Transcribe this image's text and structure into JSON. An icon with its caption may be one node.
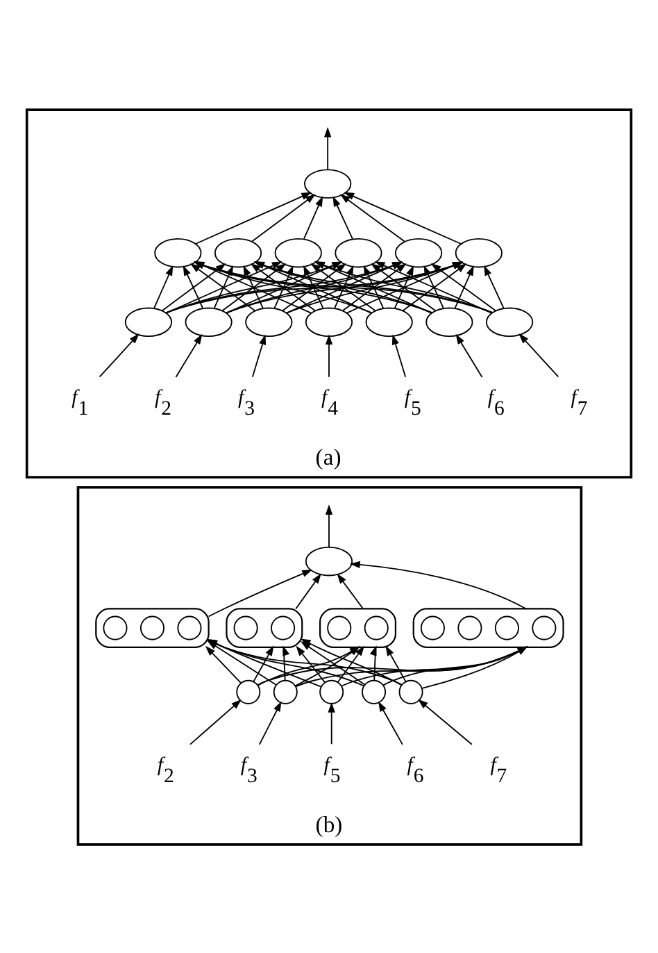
{
  "diagram": {
    "nodes": [
      {
        "text": [
          "(a)"
        ]
      },
      {
        "text": [],
        "shape": "ellipse",
        "in": 0
      },
      {
        "text": [],
        "shape": "ellipse",
        "in": 0
      },
      {
        "text": [],
        "shape": "ellipse",
        "in": 0
      },
      {
        "text": [],
        "shape": "ellipse",
        "in": 0
      },
      {
        "text": [],
        "shape": "ellipse",
        "in": 0
      },
      {
        "text": [],
        "shape": "ellipse",
        "in": 0
      },
      {
        "text": [],
        "shape": "ellipse",
        "in": 0
      },
      {
        "text": [],
        "shape": "ellipse",
        "in": 0
      },
      {
        "text": [],
        "shape": "ellipse",
        "in": 0
      },
      {
        "text": [],
        "shape": "ellipse",
        "in": 0
      },
      {
        "text": [],
        "shape": "ellipse",
        "in": 0
      },
      {
        "text": [],
        "shape": "ellipse",
        "in": 0
      },
      {
        "text": [],
        "shape": "ellipse",
        "in": 0
      },
      {
        "text": [],
        "shape": "ellipse",
        "in": 0
      },
      {
        "text": [
          "f$_{1}$"
        ],
        "in": 0
      },
      {
        "text": [
          "f$_{2}$"
        ],
        "in": 0
      },
      {
        "text": [
          "f$_{3}$"
        ],
        "in": 0
      },
      {
        "text": [
          "f$_{4}$"
        ],
        "in": 0
      },
      {
        "text": [
          "f$_{5}$"
        ],
        "in": 0
      },
      {
        "text": [
          "f$_{6}$"
        ],
        "in": 0
      },
      {
        "text": [
          "f$_{7}$"
        ],
        "in": 0
      },
      {
        "text": [
          "(b)"
        ]
      },
      {
        "text": [],
        "shape": "ellipse",
        "in": 22
      },
      {
        "text": [],
        "shape": "ellipse",
        "in": 22
      },
      {
        "text": [],
        "shape": "circle",
        "in": 24
      },
      {
        "text": [],
        "shape": "circle",
        "in": 24
      },
      {
        "text": [],
        "shape": "circle",
        "in": 24
      },
      {
        "text": [],
        "shape": "ellipse",
        "in": 22
      },
      {
        "text": [],
        "shape": "circle",
        "in": 28
      },
      {
        "text": [],
        "shape": "circle",
        "in": 28
      },
      {
        "text": [],
        "shape": "ellipse",
        "in": 22
      },
      {
        "text": [],
        "shape": "circle",
        "in": 31
      },
      {
        "text": [],
        "shape": "circle",
        "in": 31
      },
      {
        "text": [],
        "shape": "ellipse",
        "in": 22
      },
      {
        "text": [],
        "shape": "circle",
        "in": 34
      },
      {
        "text": [],
        "shape": "circle",
        "in": 34
      },
      {
        "text": [],
        "shape": "circle",
        "in": 34
      },
      {
        "text": [],
        "shape": "circle",
        "in": 34
      },
      {
        "text": [],
        "shape": "circle",
        "in": 22
      },
      {
        "text": [],
        "shape": "circle",
        "in": 22
      },
      {
        "text": [],
        "shape": "circle",
        "in": 22
      },
      {
        "text": [],
        "shape": "circle",
        "in": 22
      },
      {
        "text": [],
        "shape": "circle",
        "in": 22
      },
      {
        "text": [
          "f$_{2}$"
        ],
        "in": 22
      },
      {
        "text": [
          "f$_{3}$"
        ],
        "in": 22
      },
      {
        "text": [
          "f$_{5}$"
        ],
        "in": 22
      },
      {
        "text": [
          "f$_{6}$"
        ],
        "in": 22
      },
      {
        "text": [
          "f$_{7}$"
        ],
        "in": 22
      }
    ],
    "edges": [
      {
        "from": 15,
        "to": 8,
        "arrow": "to"
      },
      {
        "from": 16,
        "to": 9,
        "arrow": "to"
      },
      {
        "from": 17,
        "to": 10,
        "arrow": "to"
      },
      {
        "from": 18,
        "to": 11,
        "arrow": "to"
      },
      {
        "from": 19,
        "to": 12,
        "arrow": "to"
      },
      {
        "from": 20,
        "to": 13,
        "arrow": "to"
      },
      {
        "from": 21,
        "to": 14,
        "arrow": "to"
      },
      {
        "from": 8,
        "to": 2,
        "arrow": "to"
      },
      {
        "from": 8,
        "to": 3,
        "arrow": "to"
      },
      {
        "from": 8,
        "to": 4,
        "arrow": "to"
      },
      {
        "from": 8,
        "to": 5,
        "arrow": "to"
      },
      {
        "from": 8,
        "to": 6,
        "arrow": "to"
      },
      {
        "from": 8,
        "to": 7,
        "arrow": "to"
      },
      {
        "from": 9,
        "to": 2,
        "arrow": "to"
      },
      {
        "from": 9,
        "to": 3,
        "arrow": "to"
      },
      {
        "from": 9,
        "to": 4,
        "arrow": "to"
      },
      {
        "from": 9,
        "to": 5,
        "arrow": "to"
      },
      {
        "from": 9,
        "to": 6,
        "arrow": "to"
      },
      {
        "from": 9,
        "to": 7,
        "arrow": "to"
      },
      {
        "from": 10,
        "to": 2,
        "arrow": "to"
      },
      {
        "from": 10,
        "to": 3,
        "arrow": "to"
      },
      {
        "from": 10,
        "to": 4,
        "arrow": "to"
      },
      {
        "from": 10,
        "to": 5,
        "arrow": "to"
      },
      {
        "from": 10,
        "to": 6,
        "arrow": "to"
      },
      {
        "from": 10,
        "to": 7,
        "arrow": "to"
      },
      {
        "from": 11,
        "to": 2,
        "arrow": "to"
      },
      {
        "from": 11,
        "to": 3,
        "arrow": "to"
      },
      {
        "from": 11,
        "to": 4,
        "arrow": "to"
      },
      {
        "from": 11,
        "to": 5,
        "arrow": "to"
      },
      {
        "from": 11,
        "to": 6,
        "arrow": "to"
      },
      {
        "from": 11,
        "to": 7,
        "arrow": "to"
      },
      {
        "from": 12,
        "to": 2,
        "arrow": "to"
      },
      {
        "from": 12,
        "to": 3,
        "arrow": "to"
      },
      {
        "from": 12,
        "to": 4,
        "arrow": "to"
      },
      {
        "from": 12,
        "to": 5,
        "arrow": "to"
      },
      {
        "from": 12,
        "to": 6,
        "arrow": "to"
      },
      {
        "from": 12,
        "to": 7,
        "arrow": "to"
      },
      {
        "from": 13,
        "to": 2,
        "arrow": "to"
      },
      {
        "from": 13,
        "to": 3,
        "arrow": "to"
      },
      {
        "from": 13,
        "to": 4,
        "arrow": "to"
      },
      {
        "from": 13,
        "to": 5,
        "arrow": "to"
      },
      {
        "from": 13,
        "to": 6,
        "arrow": "to"
      },
      {
        "from": 13,
        "to": 7,
        "arrow": "to"
      },
      {
        "from": 14,
        "to": 2,
        "arrow": "to"
      },
      {
        "from": 14,
        "to": 3,
        "arrow": "to"
      },
      {
        "from": 14,
        "to": 4,
        "arrow": "to"
      },
      {
        "from": 14,
        "to": 5,
        "arrow": "to"
      },
      {
        "from": 14,
        "to": 6,
        "arrow": "to"
      },
      {
        "from": 14,
        "to": 7,
        "arrow": "to"
      },
      {
        "from": 2,
        "to": 1,
        "arrow": "to"
      },
      {
        "from": 3,
        "to": 1,
        "arrow": "to"
      },
      {
        "from": 4,
        "to": 1,
        "arrow": "to"
      },
      {
        "from": 5,
        "to": 1,
        "arrow": "to"
      },
      {
        "from": 6,
        "to": 1,
        "arrow": "to"
      },
      {
        "from": 7,
        "to": 1,
        "arrow": "to"
      },
      {
        "from": 1,
        "to": null,
        "arrow": "to"
      },
      {
        "from": 44,
        "to": 39,
        "arrow": "to"
      },
      {
        "from": 45,
        "to": 40,
        "arrow": "to"
      },
      {
        "from": 46,
        "to": 41,
        "arrow": "to"
      },
      {
        "from": 47,
        "to": 42,
        "arrow": "to"
      },
      {
        "from": 48,
        "to": 43,
        "arrow": "to"
      },
      {
        "from": 39,
        "to": 24,
        "arrow": "to"
      },
      {
        "from": 39,
        "to": 28,
        "arrow": "to"
      },
      {
        "from": 39,
        "to": 31,
        "arrow": "to"
      },
      {
        "from": 39,
        "to": 34,
        "arrow": "to"
      },
      {
        "from": 40,
        "to": 24,
        "arrow": "to"
      },
      {
        "from": 40,
        "to": 28,
        "arrow": "to"
      },
      {
        "from": 40,
        "to": 31,
        "arrow": "to"
      },
      {
        "from": 40,
        "to": 34,
        "arrow": "to"
      },
      {
        "from": 41,
        "to": 24,
        "arrow": "to"
      },
      {
        "from": 41,
        "to": 28,
        "arrow": "to"
      },
      {
        "from": 41,
        "to": 31,
        "arrow": "to"
      },
      {
        "from": 41,
        "to": 34,
        "arrow": "to"
      },
      {
        "from": 42,
        "to": 24,
        "arrow": "to"
      },
      {
        "from": 42,
        "to": 28,
        "arrow": "to"
      },
      {
        "from": 42,
        "to": 31,
        "arrow": "to"
      },
      {
        "from": 42,
        "to": 34,
        "arrow": "to"
      },
      {
        "from": 43,
        "to": 24,
        "arrow": "to"
      },
      {
        "from": 43,
        "to": 28,
        "arrow": "to"
      },
      {
        "from": 43,
        "to": 31,
        "arrow": "to"
      },
      {
        "from": 43,
        "to": 34,
        "arrow": "to"
      },
      {
        "from": 24,
        "to": 23,
        "arrow": "to"
      },
      {
        "from": 28,
        "to": 23,
        "arrow": "to"
      },
      {
        "from": 31,
        "to": 23,
        "arrow": "to"
      },
      {
        "from": 34,
        "to": 23,
        "arrow": "to"
      },
      {
        "from": 23,
        "to": null,
        "arrow": "to"
      }
    ]
  }
}
